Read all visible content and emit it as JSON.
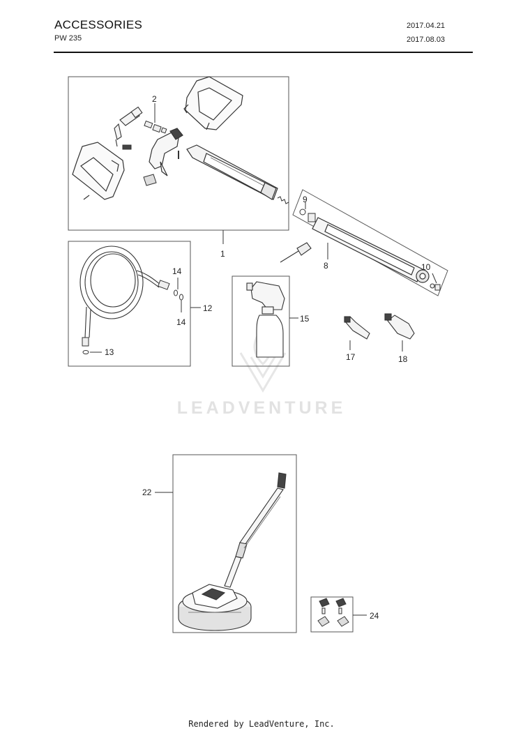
{
  "header": {
    "title": "ACCESSORIES",
    "model": "PW 235",
    "date_created": "2017.04.21",
    "date_revised": "2017.08.03"
  },
  "watermark": {
    "text": "LEADVENTURE",
    "color": "#e2e2e2"
  },
  "callouts": {
    "c1": "1",
    "c2": "2",
    "c8": "8",
    "c9": "9",
    "c10": "10",
    "c12": "12",
    "c13": "13",
    "c14a": "14",
    "c14b": "14",
    "c15": "15",
    "c17": "17",
    "c18": "18",
    "c22": "22",
    "c24": "24"
  },
  "footer": {
    "text": "Rendered by LeadVenture, Inc."
  }
}
